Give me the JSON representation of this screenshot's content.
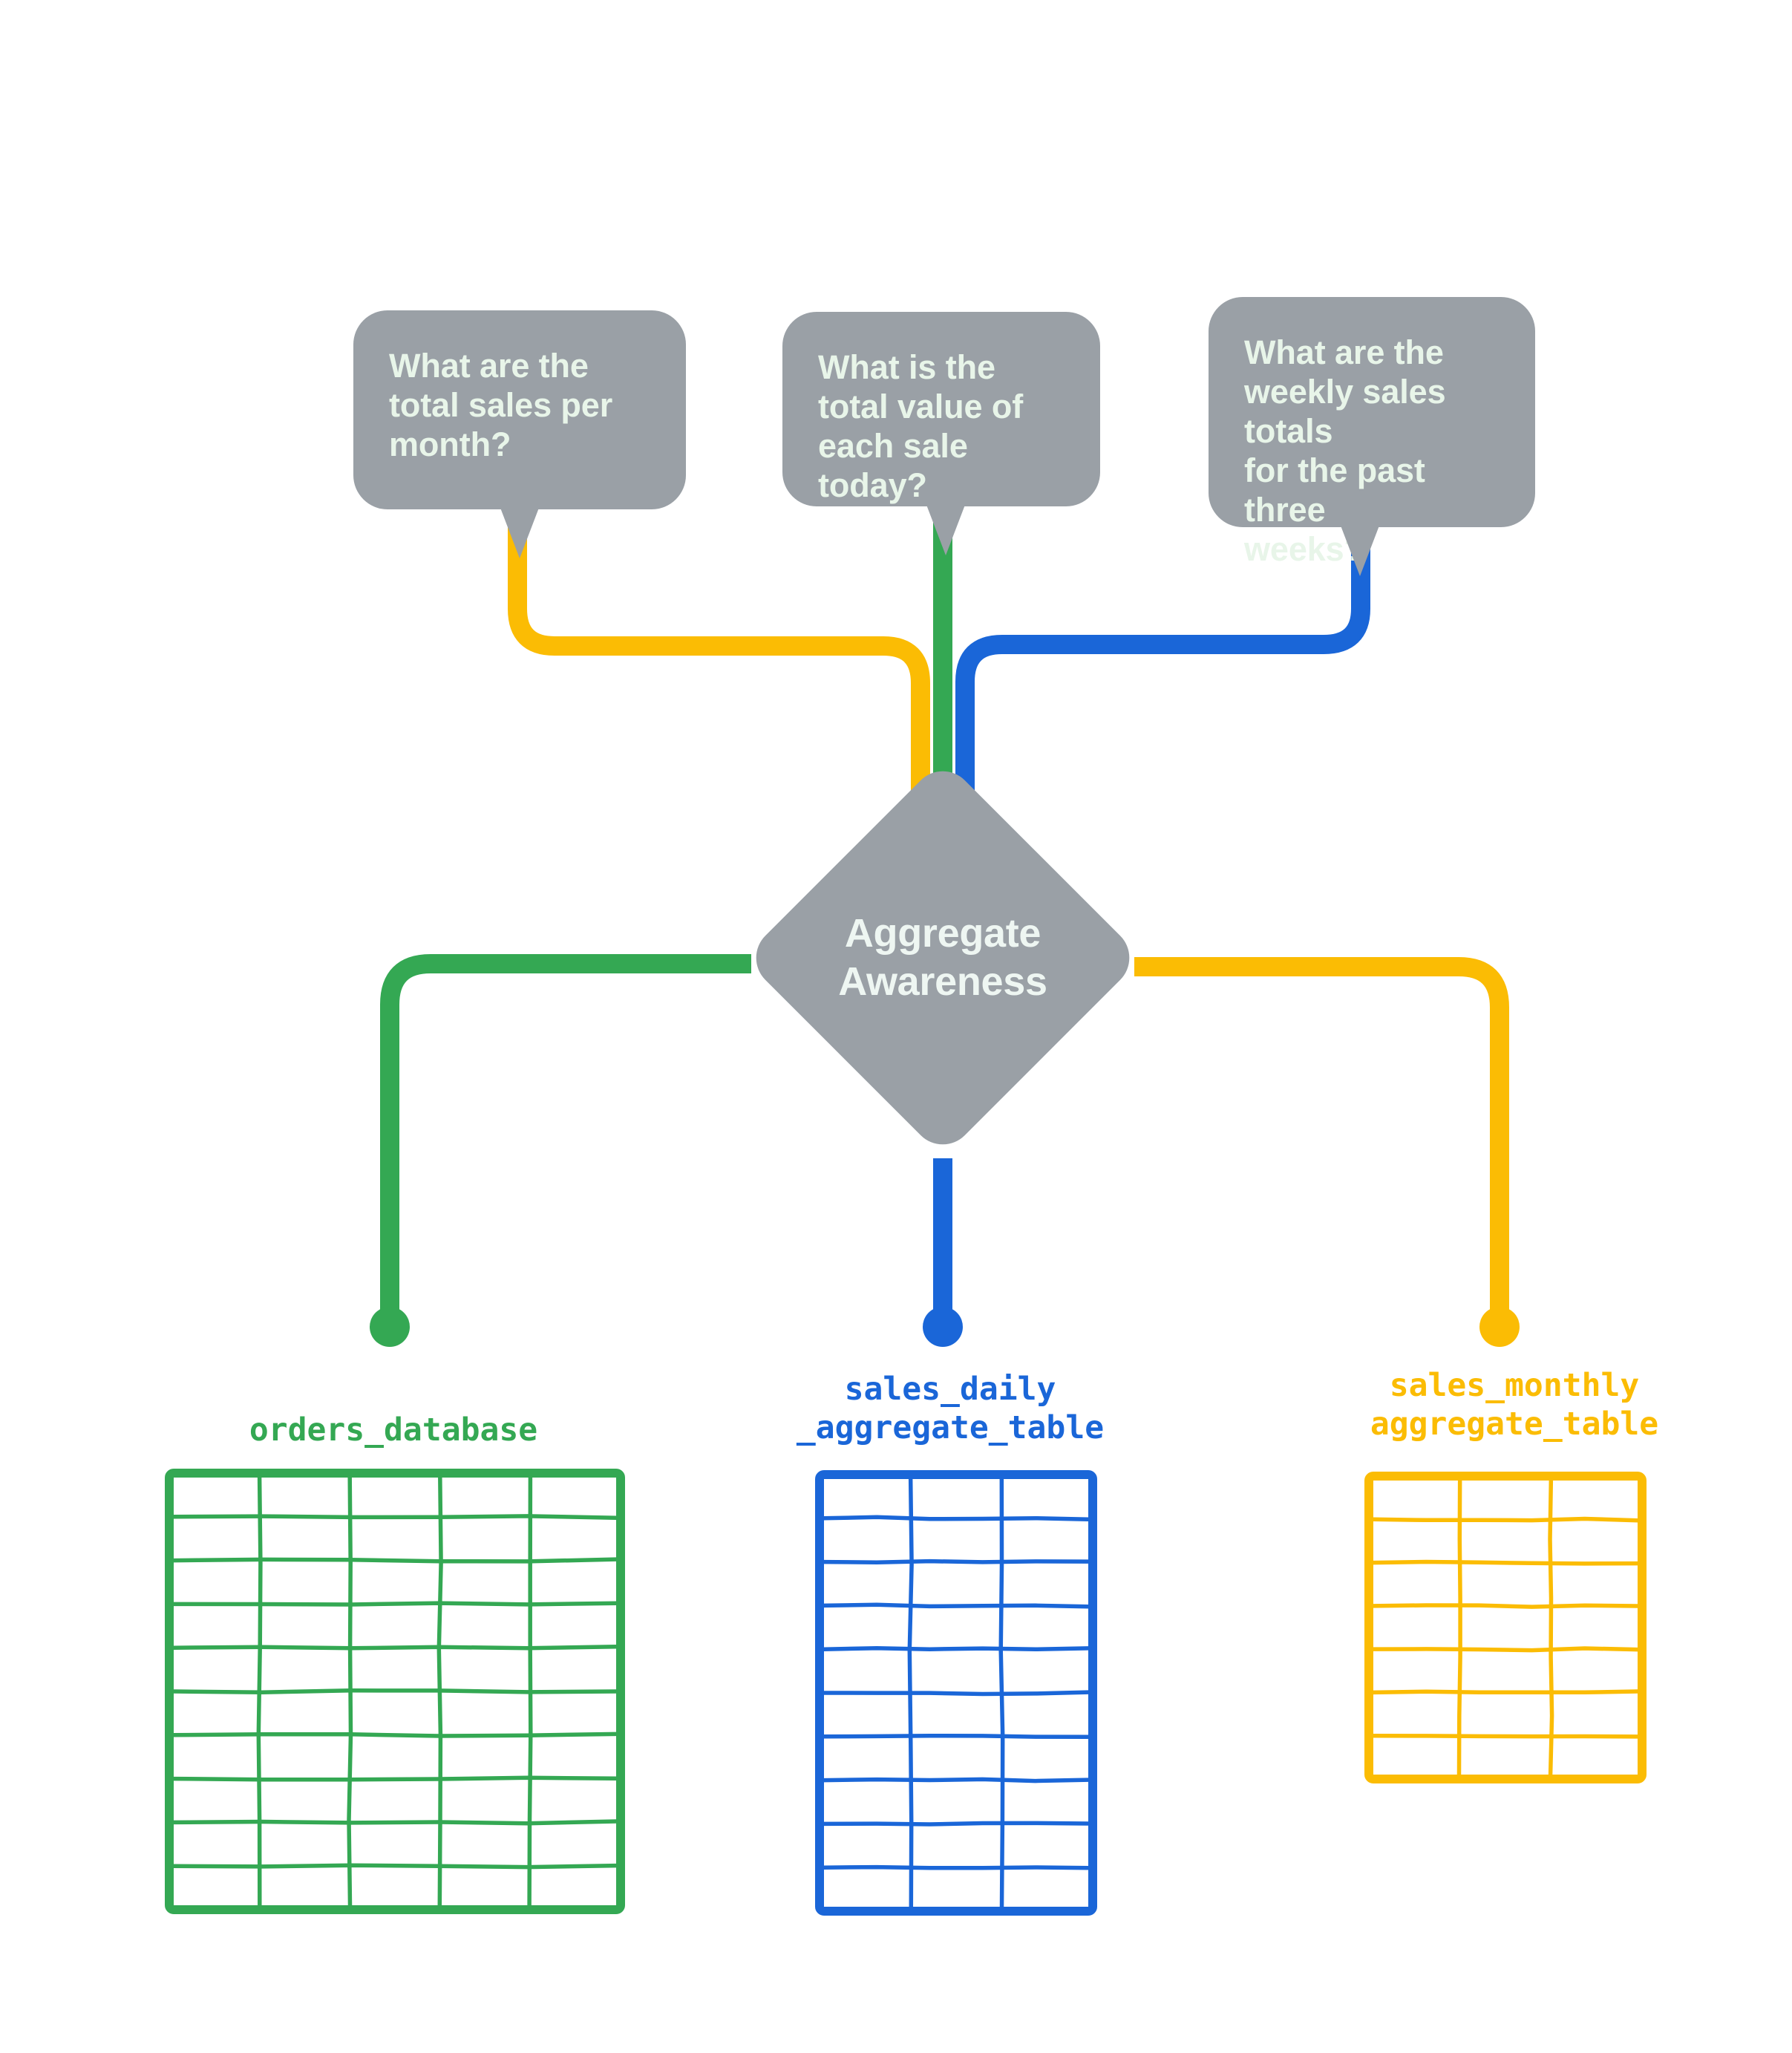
{
  "palette": {
    "gray": "#9aa0a6",
    "bubble_text": "#e8f5e9",
    "diamond_text": "#eef6f2",
    "green": "#34a853",
    "blue": "#1a66d8",
    "yellow": "#fbbc04",
    "background": "#ffffff"
  },
  "questions": [
    {
      "id": "monthly-sales-question",
      "text": "What are the\ntotal sales per\nmonth?",
      "connector_color": "#fbbc04",
      "routes_to": "sales_monthly aggregate_table"
    },
    {
      "id": "daily-sale-value-question",
      "text": "What is the\ntotal value of\neach sale today?",
      "connector_color": "#34a853",
      "routes_to": "orders_database"
    },
    {
      "id": "weekly-sales-question",
      "text": "What are the\nweekly sales totals\nfor the past three\nweeks?",
      "connector_color": "#1a66d8",
      "routes_to": "sales_daily _aggregate_table"
    }
  ],
  "center_node": {
    "label": "Aggregate\nAwareness",
    "shape": "diamond",
    "fill": "#9aa0a6"
  },
  "data_sources": [
    {
      "id": "orders-database",
      "label": "orders_database",
      "color": "#34a853",
      "columns": 5,
      "rows": 10
    },
    {
      "id": "sales-daily-aggregate-table",
      "label": "sales_daily\n_aggregate_table",
      "color": "#1a66d8",
      "columns": 3,
      "rows": 10
    },
    {
      "id": "sales-monthly-aggregate-table",
      "label": "sales_monthly\naggregate_table",
      "color": "#fbbc04",
      "columns": 3,
      "rows": 7
    }
  ]
}
